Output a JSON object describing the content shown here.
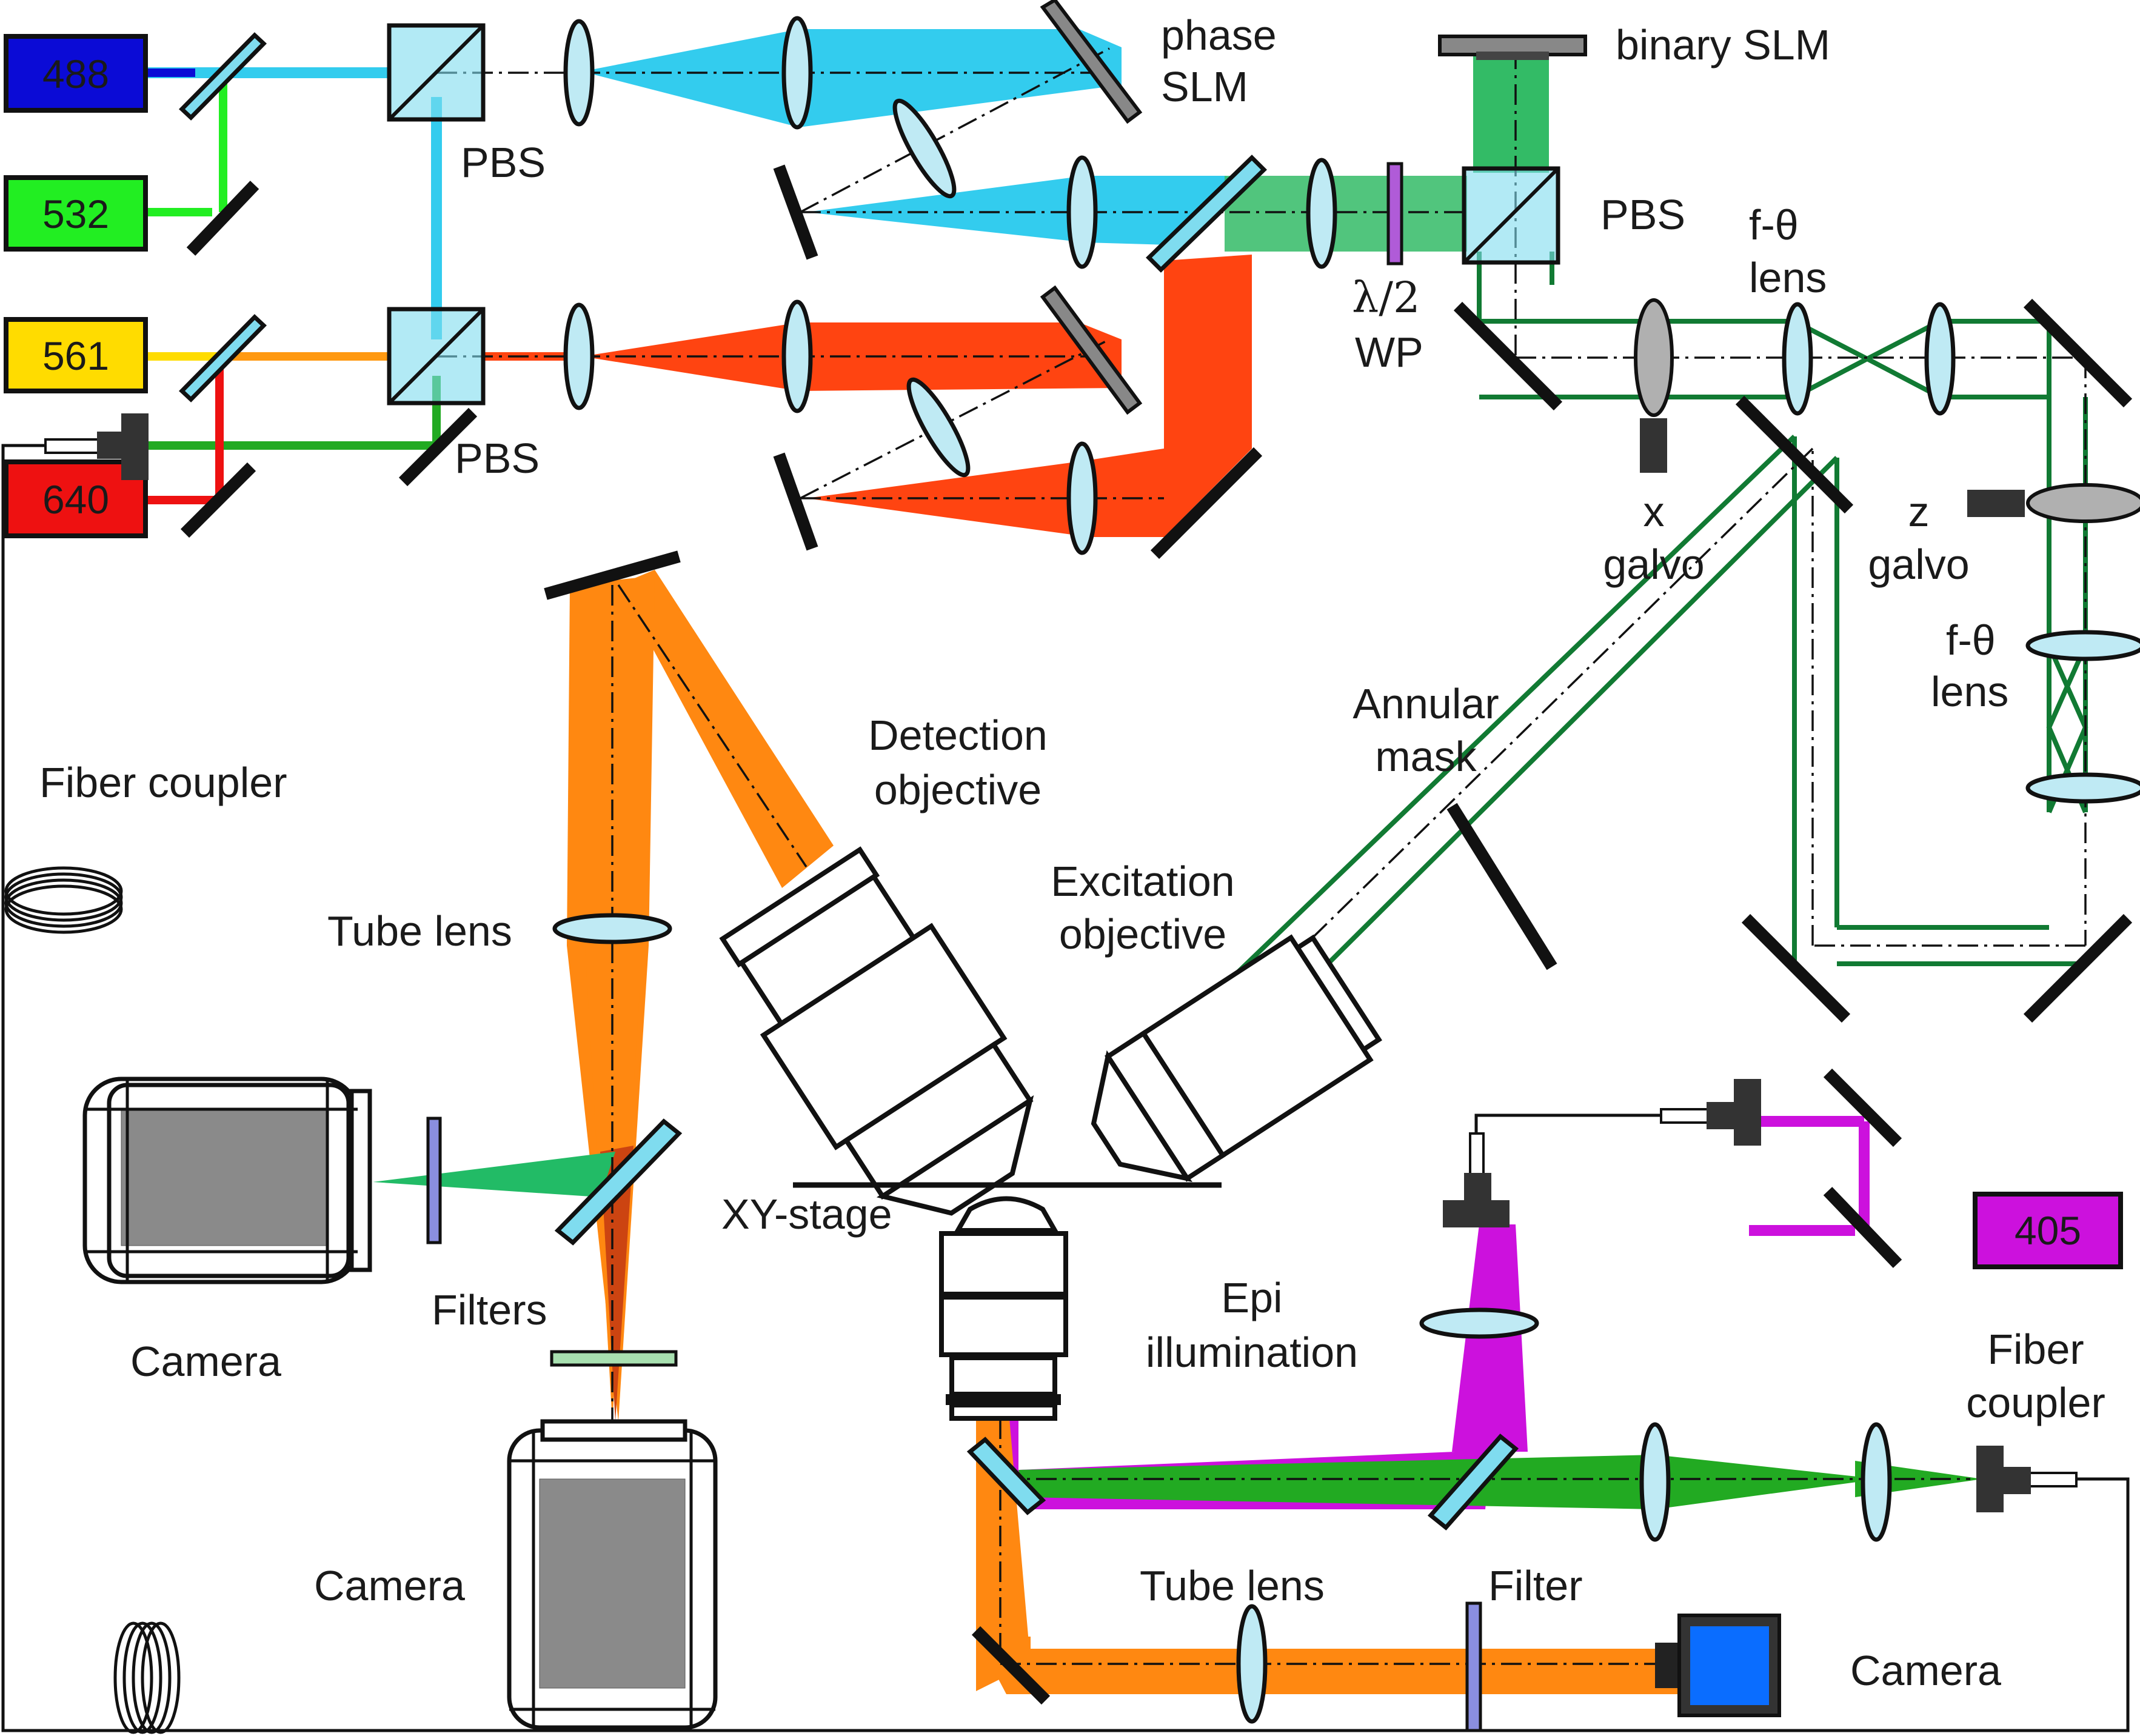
{
  "lasers": [
    {
      "label": "488",
      "color": "#0b0bd6"
    },
    {
      "label": "532",
      "color": "#22ee22"
    },
    {
      "label": "561",
      "color": "#ffdc00"
    },
    {
      "label": "640",
      "color": "#ee1111"
    },
    {
      "label": "405",
      "color": "#cc11dd"
    }
  ],
  "beam_colors": {
    "cyan": "#33ccee",
    "red_orange": "#ff4411",
    "green_slm": "#33bb66",
    "dark_green": "#117a33",
    "green_fiber": "#22aa22",
    "magenta": "#cc11dd",
    "orange_detection": "#ff8811",
    "camera_blue": "#0a6dff"
  },
  "labels": {
    "phase_slm": [
      "phase",
      "SLM"
    ],
    "binary_slm": "binary SLM",
    "pbs_upper": "PBS",
    "pbs_lower": "PBS",
    "pbs_right": "PBS",
    "waveplate": [
      "λ/2",
      "WP"
    ],
    "f_theta_top": [
      "f-θ",
      "lens"
    ],
    "f_theta_side": [
      "f-θ",
      "lens"
    ],
    "x_galvo": [
      "x",
      "galvo"
    ],
    "z_galvo": [
      "z",
      "galvo"
    ],
    "fiber_coupler_left": "Fiber coupler",
    "detection_objective": [
      "Detection",
      "objective"
    ],
    "annular_mask": [
      "Annular",
      "mask"
    ],
    "excitation_objective": [
      "Excitation",
      "objective"
    ],
    "tube_lens_upper": "Tube lens",
    "camera_left": "Camera",
    "filters": "Filters",
    "xy_stage": "XY-stage",
    "epi_illumination": [
      "Epi",
      "illumination"
    ],
    "fiber_coupler_right": [
      "Fiber",
      "coupler"
    ],
    "camera_bottom": "Camera",
    "tube_lens_lower": "Tube lens",
    "filter": "Filter",
    "camera_right": "Camera"
  }
}
